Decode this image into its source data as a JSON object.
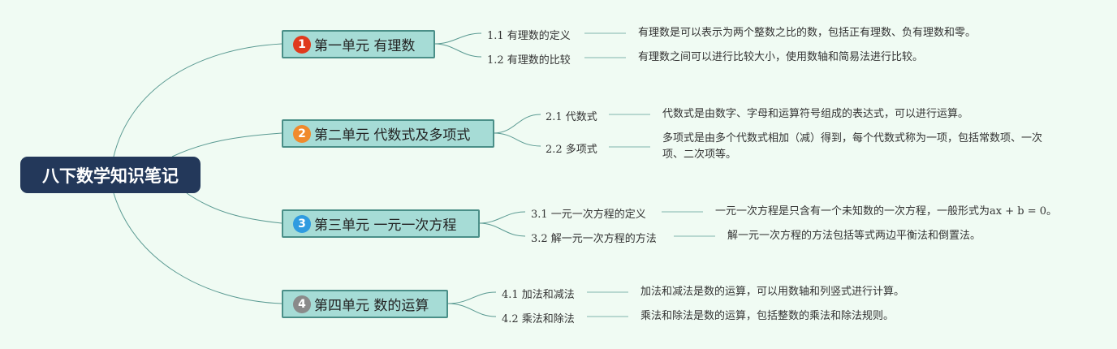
{
  "root": {
    "title": "八下数学知识笔记"
  },
  "colors": {
    "background": "#f0fbf3",
    "root_fill": "#23385a",
    "unit_fill": "#a6dcd6",
    "unit_border": "#4a8f88",
    "connector": "#5a9a92",
    "badge_1": "#e03a1e",
    "badge_2": "#f08a2c",
    "badge_3": "#2f9be0",
    "badge_4": "#8a8a8a"
  },
  "units": [
    {
      "number": "1",
      "title": "第一单元 有理数",
      "badge_icon": "number-1-badge-icon",
      "topics": [
        {
          "label": "1.1 有理数的定义",
          "text": "有理数是可以表示为两个整数之比的数，包括正有理数、负有理数和零。"
        },
        {
          "label": "1.2 有理数的比较",
          "text": "有理数之间可以进行比较大小，使用数轴和简易法进行比较。"
        }
      ]
    },
    {
      "number": "2",
      "title": "第二单元 代数式及多项式",
      "badge_icon": "number-2-badge-icon",
      "topics": [
        {
          "label": "2.1 代数式",
          "text": "代数式是由数字、字母和运算符号组成的表达式，可以进行运算。"
        },
        {
          "label": "2.2 多项式",
          "text": "多项式是由多个代数式相加（减）得到，每个代数式称为一项，包括常数项、一次项、二次项等。"
        }
      ]
    },
    {
      "number": "3",
      "title": "第三单元 一元一次方程",
      "badge_icon": "number-3-badge-icon",
      "topics": [
        {
          "label": "3.1 一元一次方程的定义",
          "text": "一元一次方程是只含有一个未知数的一次方程，一般形式为ax + b = 0。"
        },
        {
          "label": "3.2 解一元一次方程的方法",
          "text": "解一元一次方程的方法包括等式两边平衡法和倒置法。"
        }
      ]
    },
    {
      "number": "4",
      "title": "第四单元 数的运算",
      "badge_icon": "number-4-badge-icon",
      "topics": [
        {
          "label": "4.1 加法和减法",
          "text": "加法和减法是数的运算，可以用数轴和列竖式进行计算。"
        },
        {
          "label": "4.2 乘法和除法",
          "text": "乘法和除法是数的运算，包括整数的乘法和除法规则。"
        }
      ]
    }
  ]
}
